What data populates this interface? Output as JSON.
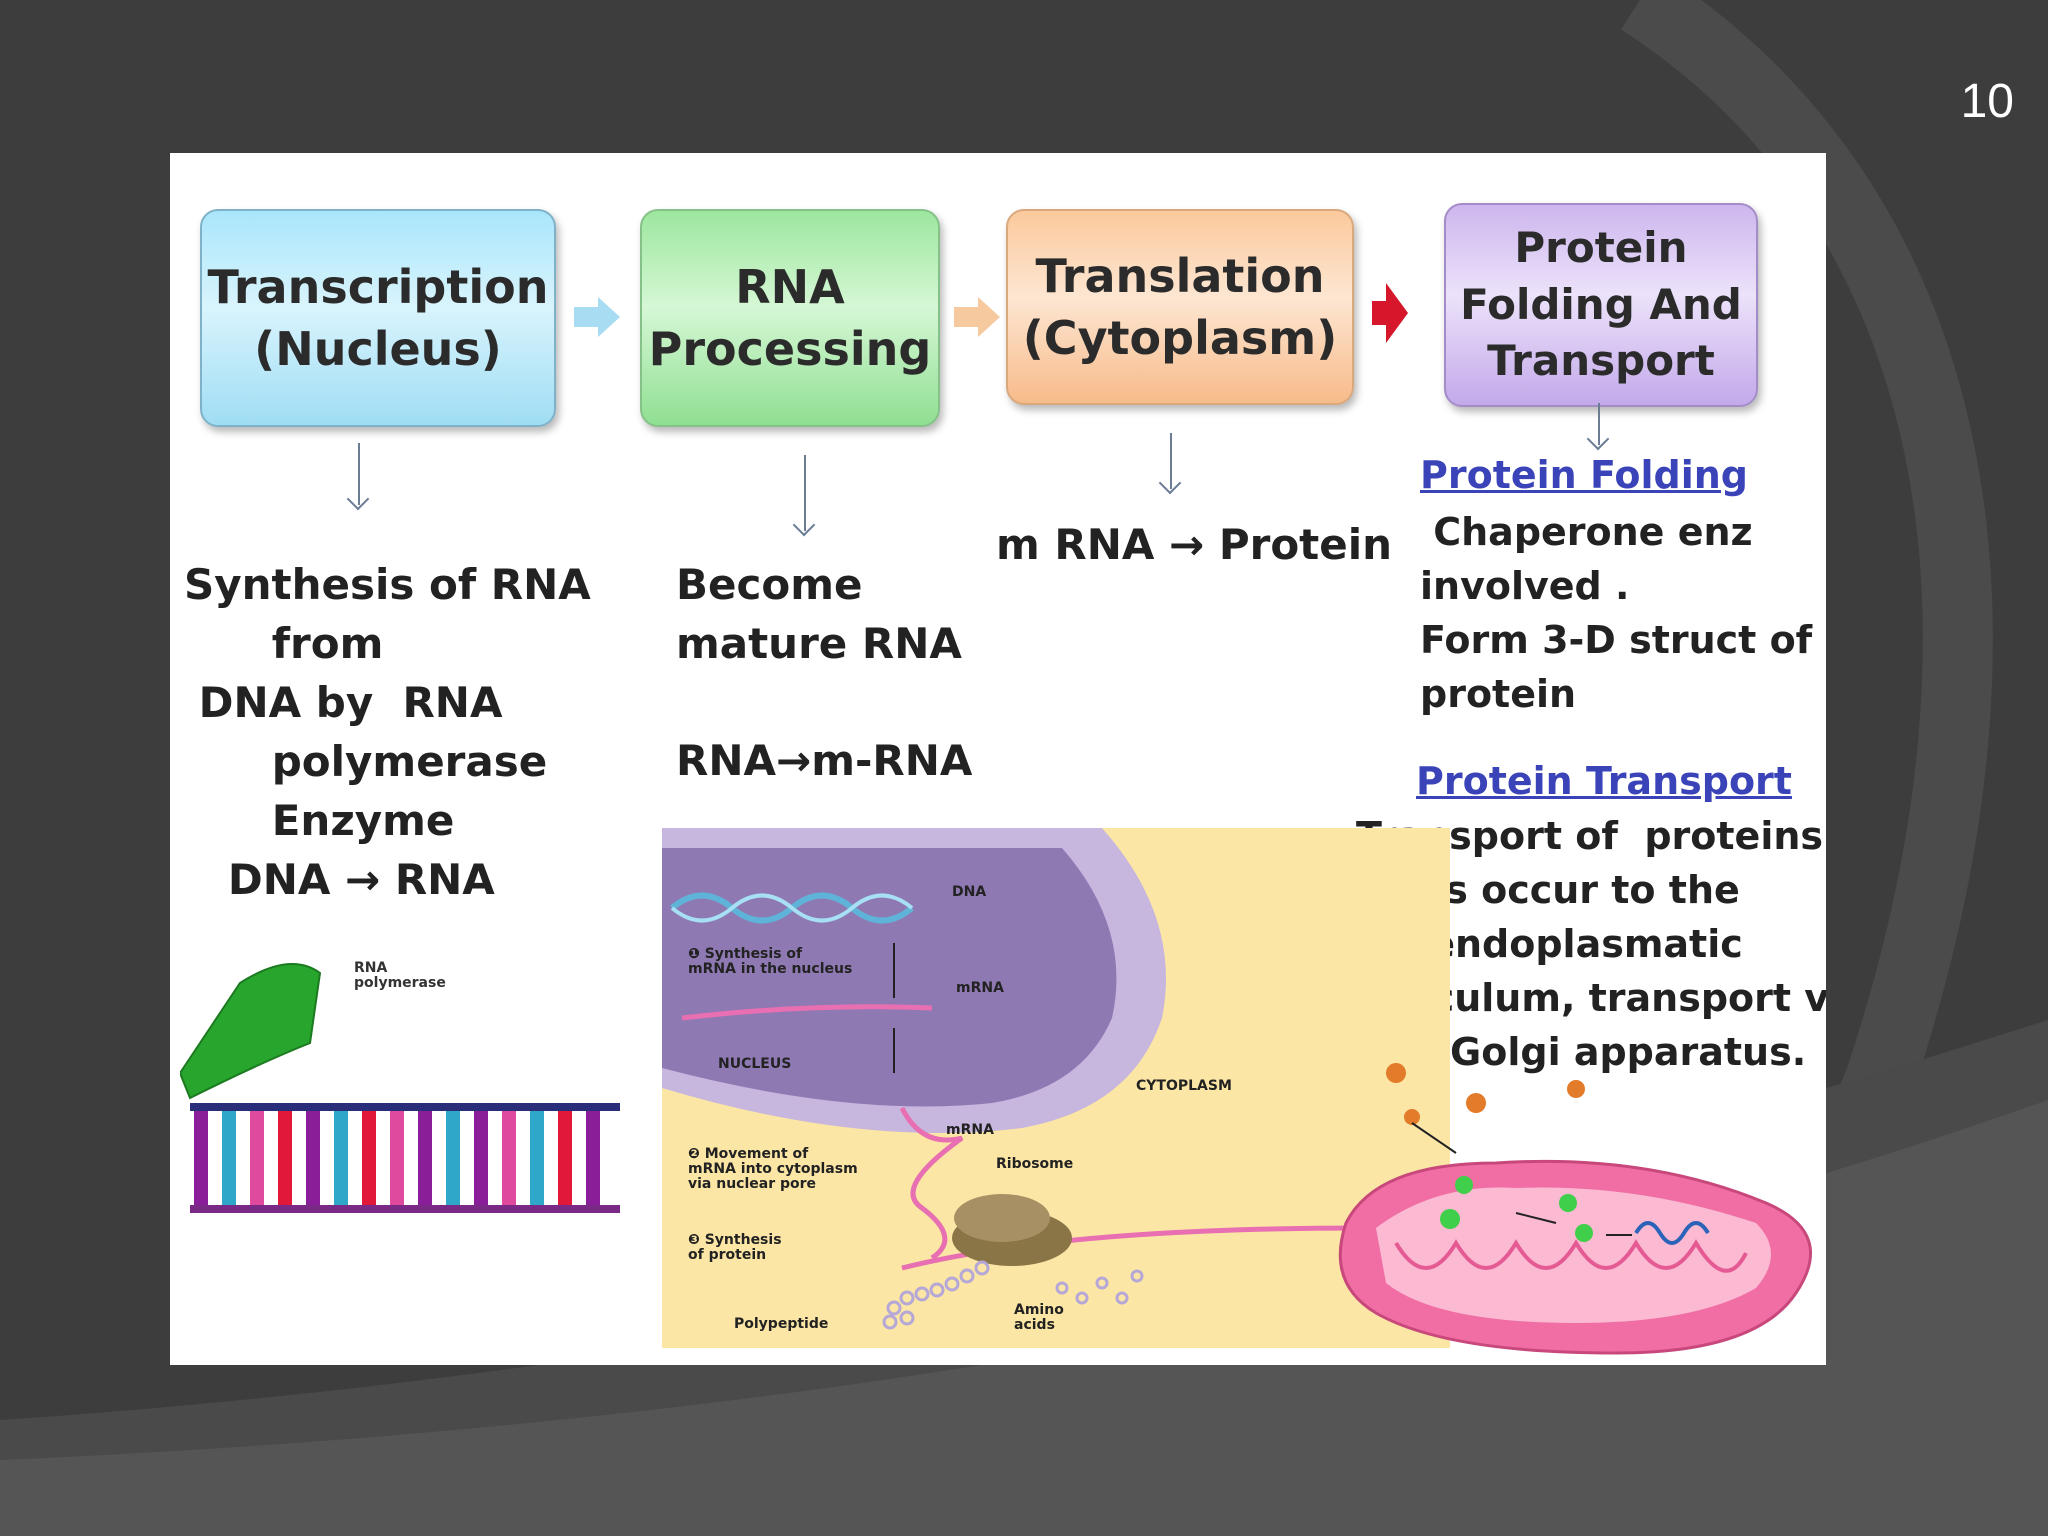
{
  "slide_number": "10",
  "stages": [
    {
      "title": "Transcription\n(Nucleus)"
    },
    {
      "title": "RNA\nProcessing"
    },
    {
      "title": "Translation\n(Cytoplasm)"
    },
    {
      "title": "Protein\nFolding And\nTransport"
    }
  ],
  "transcription_text": "Synthesis of RNA\n      from\n DNA by  RNA\n      polymerase\n      Enzyme\n   DNA → RNA",
  "processing_text": "Become\nmature RNA",
  "processing_formula": "RNA→m-RNA",
  "translation_text": "m RNA → Protein",
  "folding": {
    "heading": "Protein Folding",
    "text": " Chaperone enz\ninvolved .\nForm 3-D struct of\nprotein"
  },
  "transport": {
    "heading": "Protein Transport",
    "text": "Transport of  proteins\nis occur to the\nendoplasmatic\nreticulum, transport via\nthe Golgi apparatus."
  },
  "polymerase_label": "RNA\npolymerase",
  "cell_diagram": {
    "dna": "DNA",
    "step1": "❶ Synthesis of\nmRNA in the nucleus",
    "mrna_1": "mRNA",
    "nucleus": "NUCLEUS",
    "cytoplasm": "CYTOPLASM",
    "mrna_2": "mRNA",
    "ribosome": "Ribosome",
    "step2": "❷ Movement of\nmRNA into cytoplasm\nvia nuclear pore",
    "step3": "❸ Synthesis\nof protein",
    "polypeptide": "Polypeptide",
    "amino": "Amino\nacids"
  }
}
